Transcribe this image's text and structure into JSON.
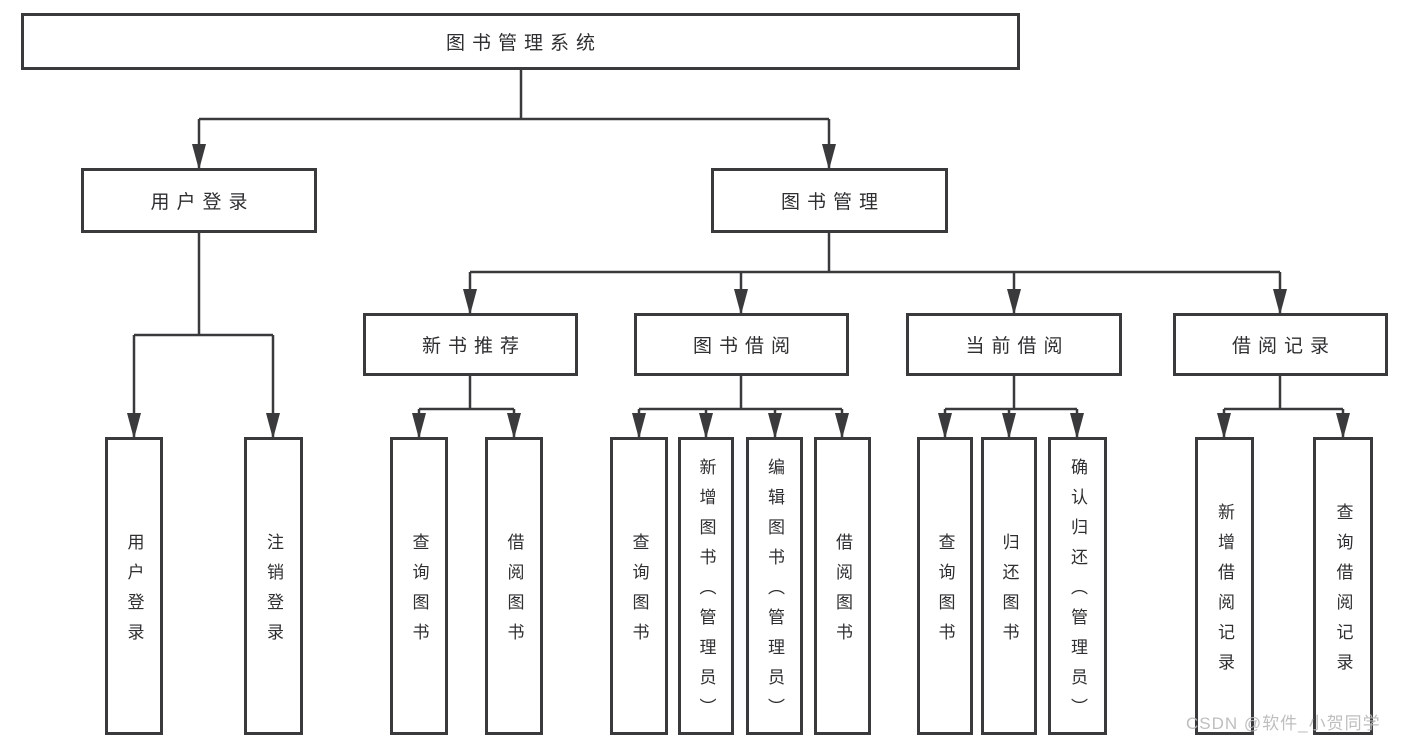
{
  "colors": {
    "line": "#3a3a3c",
    "text": "#2f2f31",
    "box_bg": "#ffffff",
    "watermark": "#b9b9b9"
  },
  "tree": {
    "root": {
      "label": "图书管理系统"
    },
    "children": [
      {
        "label": "用户登录",
        "leaves": [
          "用户登录",
          "注销登录"
        ]
      },
      {
        "label": "图书管理",
        "children": [
          {
            "label": "新书推荐",
            "leaves": [
              "查询图书",
              "借阅图书"
            ]
          },
          {
            "label": "图书借阅",
            "leaves": [
              "查询图书",
              "新增图书（管理员）",
              "编辑图书（管理员）",
              "借阅图书"
            ]
          },
          {
            "label": "当前借阅",
            "leaves": [
              "查询图书",
              "归还图书",
              "确认归还（管理员）"
            ]
          },
          {
            "label": "借阅记录",
            "leaves": [
              "新增借阅记录",
              "查询借阅记录"
            ]
          }
        ]
      }
    ]
  },
  "watermark": {
    "label": "CSDN @软件_小贺同学"
  }
}
